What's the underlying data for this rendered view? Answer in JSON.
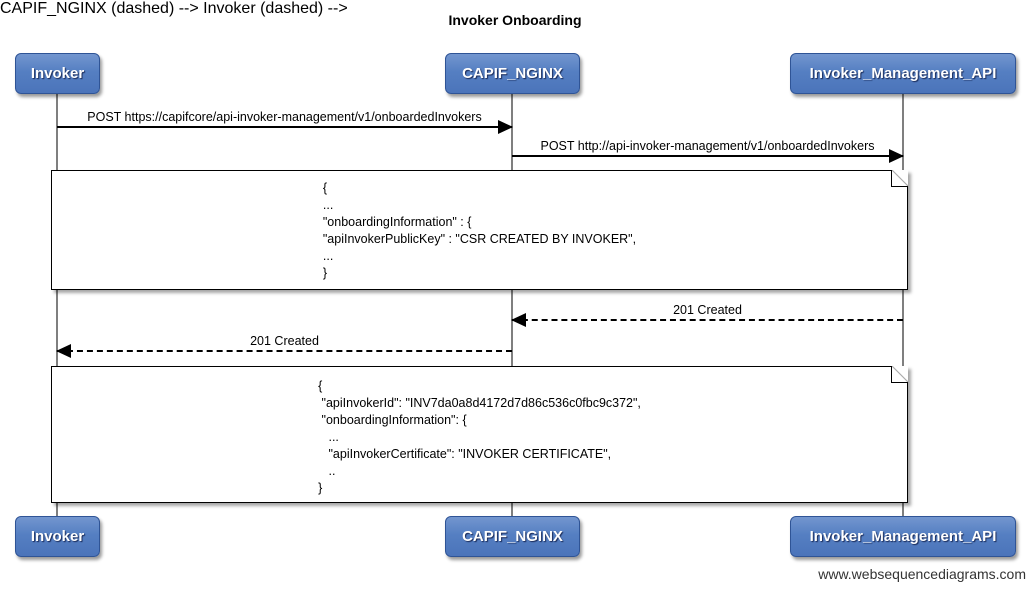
{
  "title": "Invoker Onboarding",
  "watermark": "www.websequencediagrams.com",
  "actors": {
    "invoker": {
      "label": "Invoker"
    },
    "capif_nginx": {
      "label": "CAPIF_NGINX"
    },
    "invoker_management_api": {
      "label": "Invoker_Management_API"
    }
  },
  "messages": [
    {
      "label": "POST https://capifcore/api-invoker-management/v1/onboardedInvokers",
      "from": "Invoker",
      "to": "CAPIF_NGINX",
      "line": "solid",
      "direction": "right"
    },
    {
      "label": "POST http://api-invoker-management/v1/onboardedInvokers",
      "from": "CAPIF_NGINX",
      "to": "Invoker_Management_API",
      "line": "solid",
      "direction": "right"
    },
    {
      "label": "201 Created",
      "from": "Invoker_Management_API",
      "to": "CAPIF_NGINX",
      "line": "dashed",
      "direction": "left"
    },
    {
      "label": "201 Created",
      "from": "CAPIF_NGINX",
      "to": "Invoker",
      "line": "dashed",
      "direction": "left"
    }
  ],
  "notes": [
    {
      "name": "onboarding-request-body",
      "text": "{\n...\n\"onboardingInformation\" : {\n\"apiInvokerPublicKey\" : \"CSR CREATED BY INVOKER\",\n...\n}"
    },
    {
      "name": "onboarding-response-body",
      "text": "{\n \"apiInvokerId\": \"INV7da0a8d4172d7d86c536c0fbc9c372\",\n \"onboardingInformation\": {\n   ...\n   \"apiInvokerCertificate\": \"INVOKER CERTIFICATE\",\n   ..\n}"
    }
  ],
  "colors": {
    "actor_fill_top": "#7396cf",
    "actor_fill_bottom": "#4b74ba",
    "actor_border": "#2f5496",
    "actor_text": "#ffffff",
    "lifeline": "#7f7f7f",
    "message_line": "#000000",
    "note_background": "#ffffff",
    "note_border": "#000000",
    "title_text": "#000000",
    "watermark_text": "#333333"
  }
}
